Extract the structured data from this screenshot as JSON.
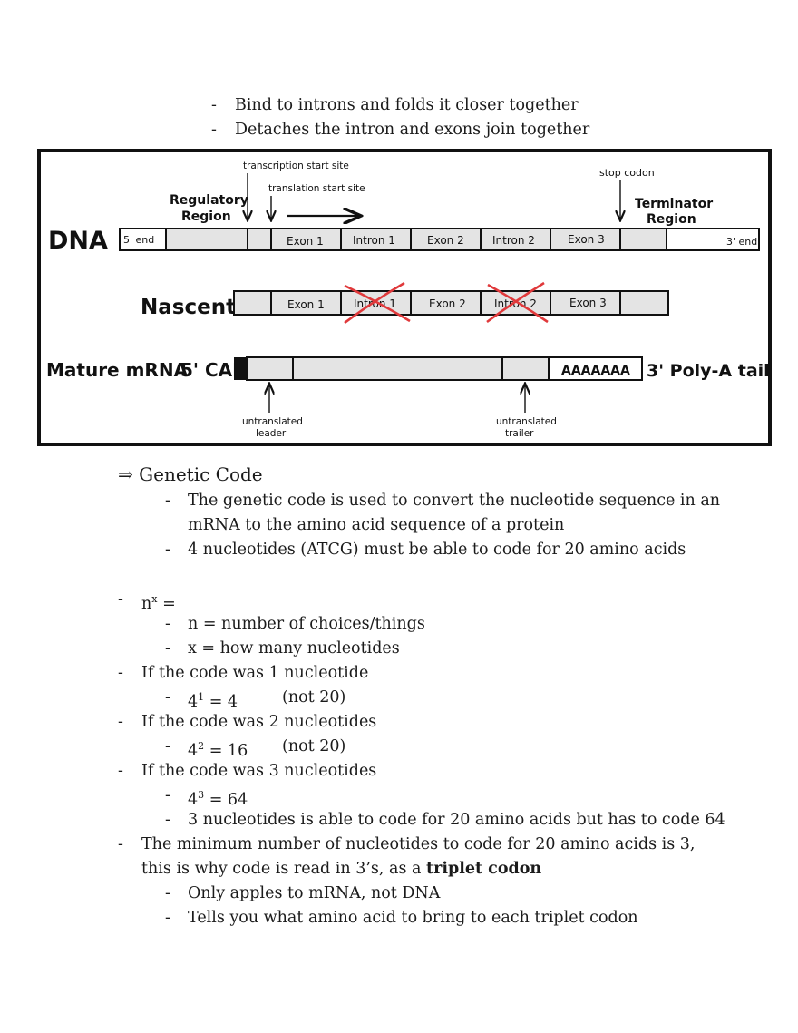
{
  "top_bullets": [
    "Bind to introns and folds it closer together",
    "Detaches the intron and exons join together"
  ],
  "diagram": {
    "dna_label": "DNA",
    "nascent_label": "Nascent",
    "mature_label": "Mature mRNA",
    "cap_label": "5' CAP",
    "five_end": "5' end",
    "three_end": "3' end",
    "transcription_start": "transcription start site",
    "translation_start": "translation start site",
    "stop_codon": "stop codon",
    "regulatory_region_1": "Regulatory",
    "regulatory_region_2": "Region",
    "terminator_region_1": "Terminator",
    "terminator_region_2": "Region",
    "exon1": "Exon 1",
    "intron1": "Intron 1",
    "exon2": "Exon 2",
    "intron2": "Intron 2",
    "exon3": "Exon 3",
    "polya_seq": "AAAAAAA",
    "polya_label": "3' Poly-A tail",
    "utr5_1": "untranslated",
    "utr5_2": "leader",
    "utr3_1": "untranslated",
    "utr3_2": "trailer"
  },
  "genetic_code": {
    "heading": "Genetic Code",
    "sub_items": [
      "The genetic code is used to convert the nucleotide sequence in an",
      "mRNA to the amino acid sequence of a protein",
      "4 nucleotides (ATCG) must be able to code for 20 amino acids"
    ]
  },
  "nx": {
    "label_base": "n",
    "label_sup": "x",
    "label_eq": " =",
    "items": [
      "n = number of choices/things",
      "x = how many nucleotides"
    ]
  },
  "cases": [
    {
      "head": "If the code was 1 nucleotide",
      "base": "4",
      "sup": "1",
      "result": " = 4",
      "note": "(not 20)"
    },
    {
      "head": "If the code was 2 nucleotides",
      "base": "4",
      "sup": "2",
      "result": " = 16",
      "note": "(not 20)"
    },
    {
      "head": "If the code was 3 nucleotides",
      "base": "4",
      "sup": "3",
      "result": " = 64",
      "note": ""
    }
  ],
  "three_nuc_note": "3 nucleotides is able to code for 20 amino acids but has to code 64",
  "minimum": {
    "line1": "The minimum number of nucleotides to code for 20 amino acids is 3,",
    "line2_prefix": "this is why code is read in 3’s, as a ",
    "line2_bold": "triplet codon",
    "sub_items": [
      "Only apples to mRNA, not DNA",
      "Tells you what amino acid to bring to each triplet codon"
    ]
  },
  "bullet_dash": "-",
  "arrow_symbol": "⇒"
}
